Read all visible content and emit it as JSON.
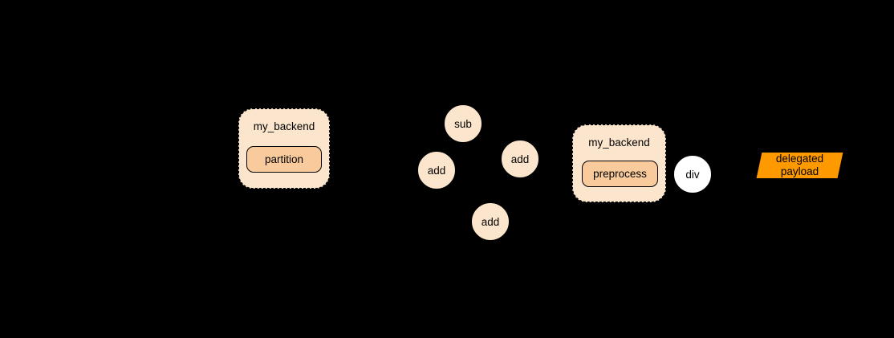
{
  "diagram": {
    "groups": [
      {
        "label": "my_backend",
        "node_label": "partition"
      },
      {
        "label": "my_backend",
        "node_label": "preprocess"
      }
    ],
    "op_nodes": [
      {
        "label": "sub"
      },
      {
        "label": "add"
      },
      {
        "label": "add"
      },
      {
        "label": "add"
      },
      {
        "label": "div"
      }
    ],
    "payload": {
      "line1": "delegated",
      "line2": "payload"
    },
    "colors": {
      "background": "#000000",
      "group_fill": "#fce5cd",
      "inner_node_fill": "#f9cb9c",
      "circle_fill": "#fce5cd",
      "div_node_fill": "#ffffff",
      "payload_fill": "#ff9900",
      "border": "#000000",
      "text": "#000000"
    }
  }
}
